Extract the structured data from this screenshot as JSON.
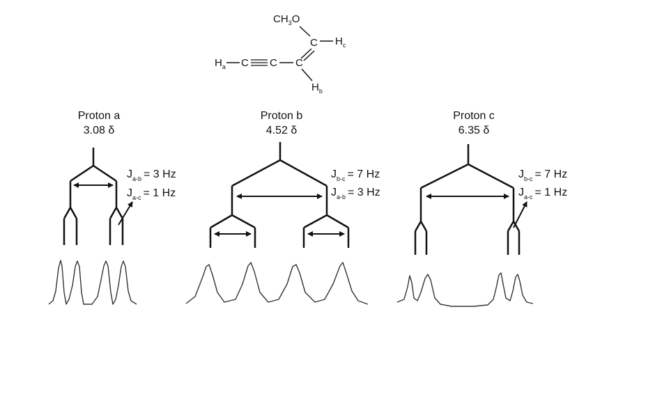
{
  "molecule": {
    "methoxy": "CH3O",
    "ha": "Ha",
    "hb": "Hb",
    "hc": "Hc",
    "c": "C"
  },
  "protons": [
    {
      "name": "Proton a",
      "shift": "3.08 δ",
      "j1": {
        "main": "J",
        "sub": "a-b",
        "value": "= 3 Hz"
      },
      "j2": {
        "main": "J",
        "sub": "a-c",
        "value": "= 1 Hz"
      }
    },
    {
      "name": "Proton b",
      "shift": "4.52 δ",
      "j1": {
        "main": "J",
        "sub": "b-c",
        "value": "= 7 Hz"
      },
      "j2": {
        "main": "J",
        "sub": "a-b",
        "value": "= 3 Hz"
      }
    },
    {
      "name": "Proton c",
      "shift": "6.35 δ",
      "j1": {
        "main": "J",
        "sub": "b-c",
        "value": "= 7 Hz"
      },
      "j2": {
        "main": "J",
        "sub": "a-c",
        "value": "= 1 Hz"
      }
    }
  ]
}
